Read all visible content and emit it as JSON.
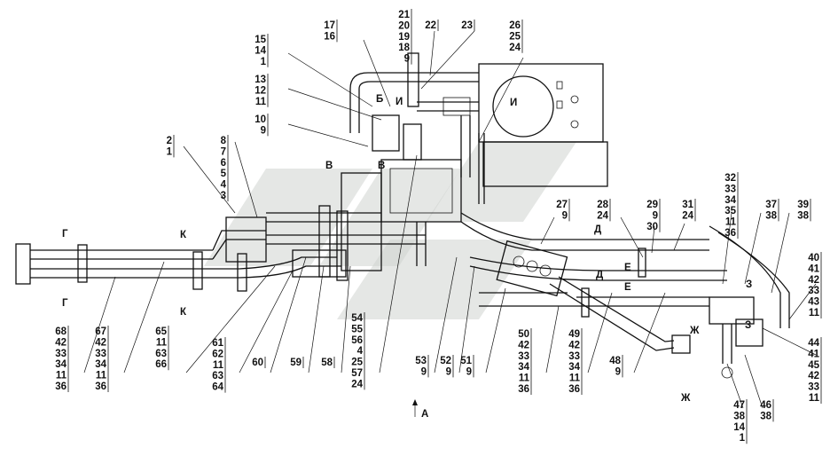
{
  "title": "",
  "callouts": [
    {
      "id": "c15",
      "lines": [
        "15",
        "14",
        "1"
      ]
    },
    {
      "id": "c13",
      "lines": [
        "13",
        "12",
        "11"
      ]
    },
    {
      "id": "c10",
      "lines": [
        "10",
        "9"
      ]
    },
    {
      "id": "c2",
      "lines": [
        "2",
        "1"
      ]
    },
    {
      "id": "c8",
      "lines": [
        "8",
        "7",
        "6",
        "5",
        "4",
        "3"
      ]
    },
    {
      "id": "c17",
      "lines": [
        "17",
        "16"
      ]
    },
    {
      "id": "c21",
      "lines": [
        "21",
        "20",
        "19",
        "18",
        "9"
      ]
    },
    {
      "id": "c22",
      "lines": [
        "22"
      ]
    },
    {
      "id": "c23",
      "lines": [
        "23"
      ]
    },
    {
      "id": "c26",
      "lines": [
        "26",
        "25",
        "24"
      ]
    },
    {
      "id": "c27",
      "lines": [
        "27",
        "9"
      ]
    },
    {
      "id": "c28",
      "lines": [
        "28",
        "24"
      ]
    },
    {
      "id": "c29",
      "lines": [
        "29",
        "9",
        "30"
      ]
    },
    {
      "id": "c31",
      "lines": [
        "31",
        "24"
      ]
    },
    {
      "id": "c32",
      "lines": [
        "32",
        "33",
        "34",
        "35",
        "11",
        "36"
      ]
    },
    {
      "id": "c37",
      "lines": [
        "37",
        "38"
      ]
    },
    {
      "id": "c39",
      "lines": [
        "39",
        "38"
      ]
    },
    {
      "id": "c40",
      "lines": [
        "40",
        "41",
        "42",
        "33",
        "43",
        "11"
      ]
    },
    {
      "id": "c44",
      "lines": [
        "44",
        "41",
        "45",
        "42",
        "33",
        "11"
      ]
    },
    {
      "id": "c46",
      "lines": [
        "46",
        "38"
      ]
    },
    {
      "id": "c47",
      "lines": [
        "47",
        "38",
        "14",
        "1"
      ]
    },
    {
      "id": "c48",
      "lines": [
        "48",
        "9"
      ]
    },
    {
      "id": "c49",
      "lines": [
        "49",
        "42",
        "33",
        "34",
        "11",
        "36"
      ]
    },
    {
      "id": "c50",
      "lines": [
        "50",
        "42",
        "33",
        "34",
        "11",
        "36"
      ]
    },
    {
      "id": "c51",
      "lines": [
        "51",
        "9"
      ]
    },
    {
      "id": "c52",
      "lines": [
        "52",
        "9"
      ]
    },
    {
      "id": "c53",
      "lines": [
        "53",
        "9"
      ]
    },
    {
      "id": "c54",
      "lines": [
        "54",
        "55",
        "56",
        "4",
        "25",
        "57",
        "24"
      ]
    },
    {
      "id": "c58",
      "lines": [
        "58"
      ]
    },
    {
      "id": "c59",
      "lines": [
        "59"
      ]
    },
    {
      "id": "c60",
      "lines": [
        "60"
      ]
    },
    {
      "id": "c61",
      "lines": [
        "61",
        "62",
        "11",
        "63",
        "64"
      ]
    },
    {
      "id": "c65",
      "lines": [
        "65",
        "11",
        "63",
        "66"
      ]
    },
    {
      "id": "c67",
      "lines": [
        "67",
        "42",
        "33",
        "34",
        "11",
        "36"
      ]
    },
    {
      "id": "c68",
      "lines": [
        "68",
        "42",
        "33",
        "34",
        "11",
        "36"
      ]
    }
  ],
  "view_marks": [
    {
      "id": "G1",
      "text": "Г"
    },
    {
      "id": "G2",
      "text": "Г"
    },
    {
      "id": "K1",
      "text": "К"
    },
    {
      "id": "K2",
      "text": "К"
    },
    {
      "id": "V1",
      "text": "В"
    },
    {
      "id": "V2",
      "text": "В"
    },
    {
      "id": "B1",
      "text": "Б"
    },
    {
      "id": "I1",
      "text": "И"
    },
    {
      "id": "I2",
      "text": "И"
    },
    {
      "id": "D1",
      "text": "Д"
    },
    {
      "id": "D2",
      "text": "Д"
    },
    {
      "id": "E1",
      "text": "Е"
    },
    {
      "id": "E2",
      "text": "Е"
    },
    {
      "id": "Z1",
      "text": "З"
    },
    {
      "id": "Z2",
      "text": "З"
    },
    {
      "id": "ZH1",
      "text": "Ж"
    },
    {
      "id": "ZH2",
      "text": "Ж"
    },
    {
      "id": "A1",
      "text": "А"
    }
  ]
}
